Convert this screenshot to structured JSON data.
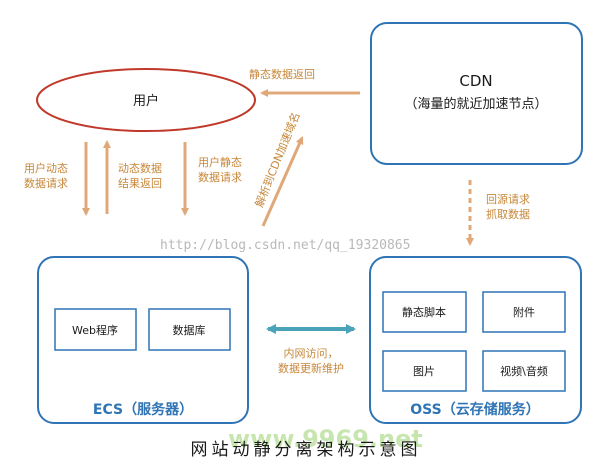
{
  "nodes": {
    "user": "用户",
    "cdn_title": "CDN",
    "cdn_subtitle": "（海量的就近加速节点）",
    "ecs_title": "ECS（服务器）",
    "oss_title": "OSS（云存储服务）",
    "web_app": "Web程序",
    "database": "数据库",
    "static_script": "静态脚本",
    "attachment": "附件",
    "image": "图片",
    "video_audio": "视频\\音频"
  },
  "edges": {
    "static_return": "静态数据返回",
    "user_dynamic_1": "用户动态",
    "user_dynamic_2": "数据请求",
    "dynamic_result_1": "动态数据",
    "dynamic_result_2": "结果返回",
    "user_static_1": "用户静态",
    "user_static_2": "数据请求",
    "resolve_cdn": "解析到CDN加速域名",
    "origin_1": "回源请求",
    "origin_2": "抓取数据",
    "intranet_1": "内网访问，",
    "intranet_2": "数据更新维护"
  },
  "caption": "网站动静分离架构示意图",
  "watermark": "http://blog.csdn.net/qq_19320865",
  "watermark2": "www.9969.net",
  "colors": {
    "box_border": "#2f74b5",
    "ellipse_border": "#c0392b",
    "orange_arrow": "#e0a878",
    "orange_text": "#c7873a",
    "teal_arrow": "#4aa3b8"
  }
}
